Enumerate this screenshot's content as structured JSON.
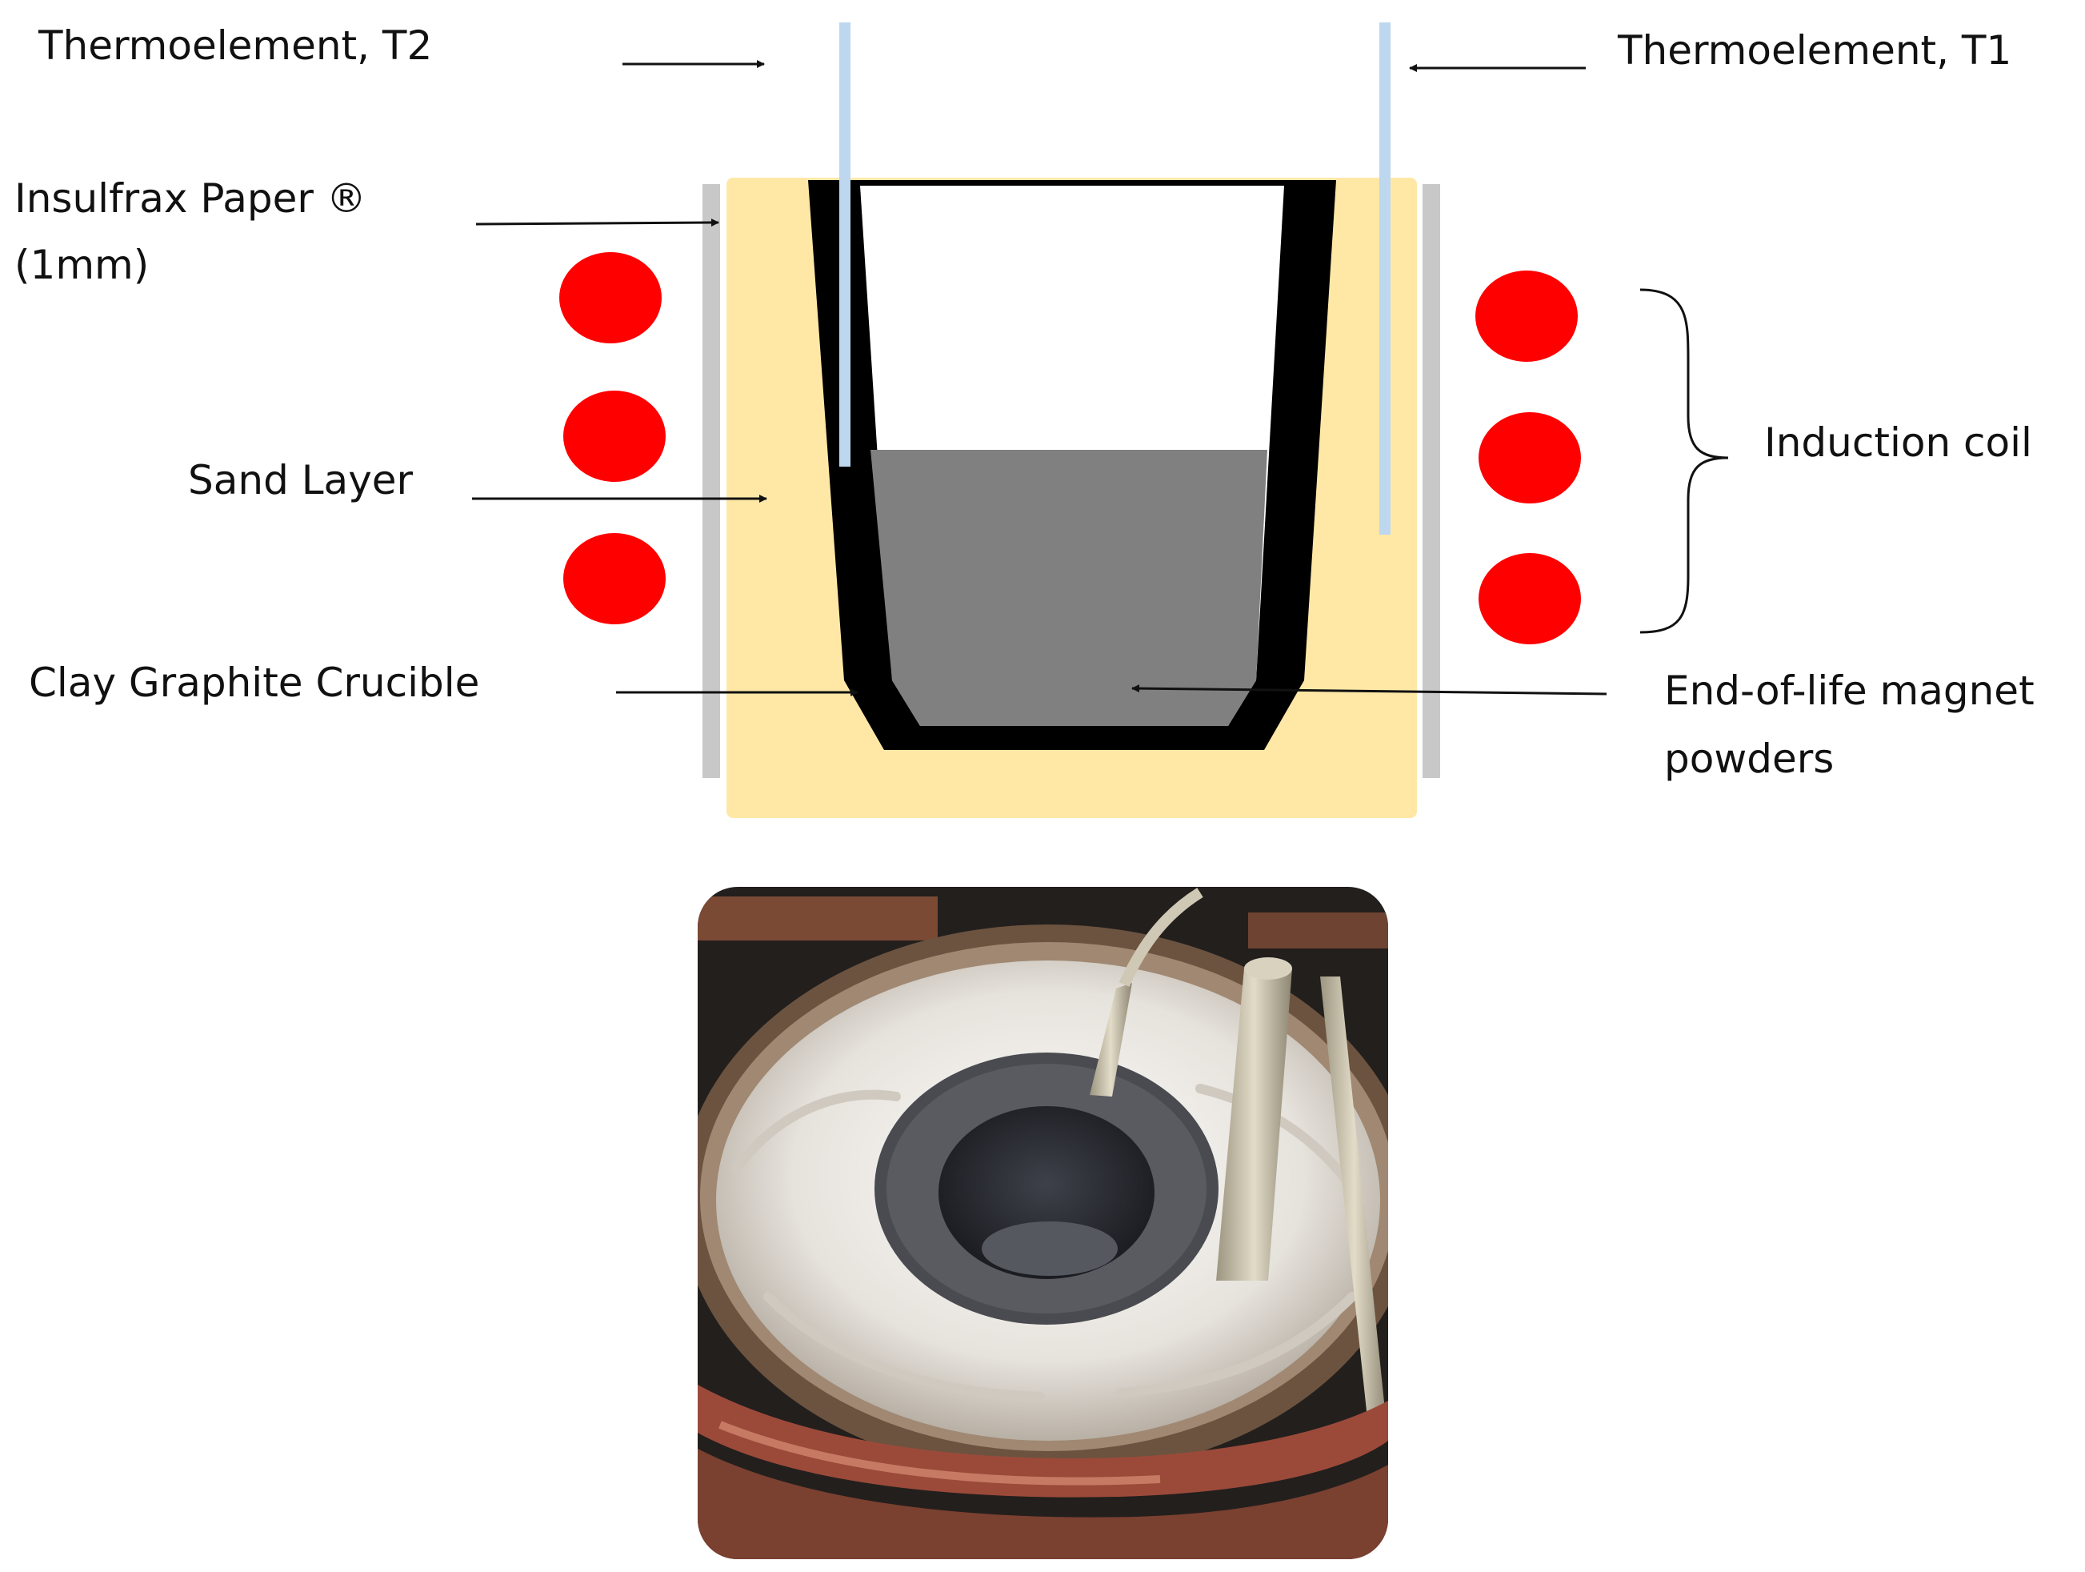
{
  "labels": {
    "thermo_t2": "Thermoelement, T2",
    "thermo_t1": "Thermoelement, T1",
    "insulfrax_line1": "Insulfrax Paper ®",
    "insulfrax_line2": "(1mm)",
    "sand_layer": "Sand Layer",
    "induction_coil": "Induction coil",
    "crucible": "Clay Graphite Crucible",
    "magnet_line1": "End-of-life magnet",
    "magnet_line2": "powders"
  },
  "colors": {
    "sand": "#FFE8A6",
    "insulfrax": "#C8C8C8",
    "crucible": "#000000",
    "powder": "#808080",
    "coil": "#FF0000",
    "thermoelement": "#BDD7EE",
    "photo_dark": "#2A2523",
    "photo_wool": "#E9E6E1",
    "photo_copper": "#A0503E"
  },
  "icons": {
    "photo": "induction-furnace-photo"
  }
}
